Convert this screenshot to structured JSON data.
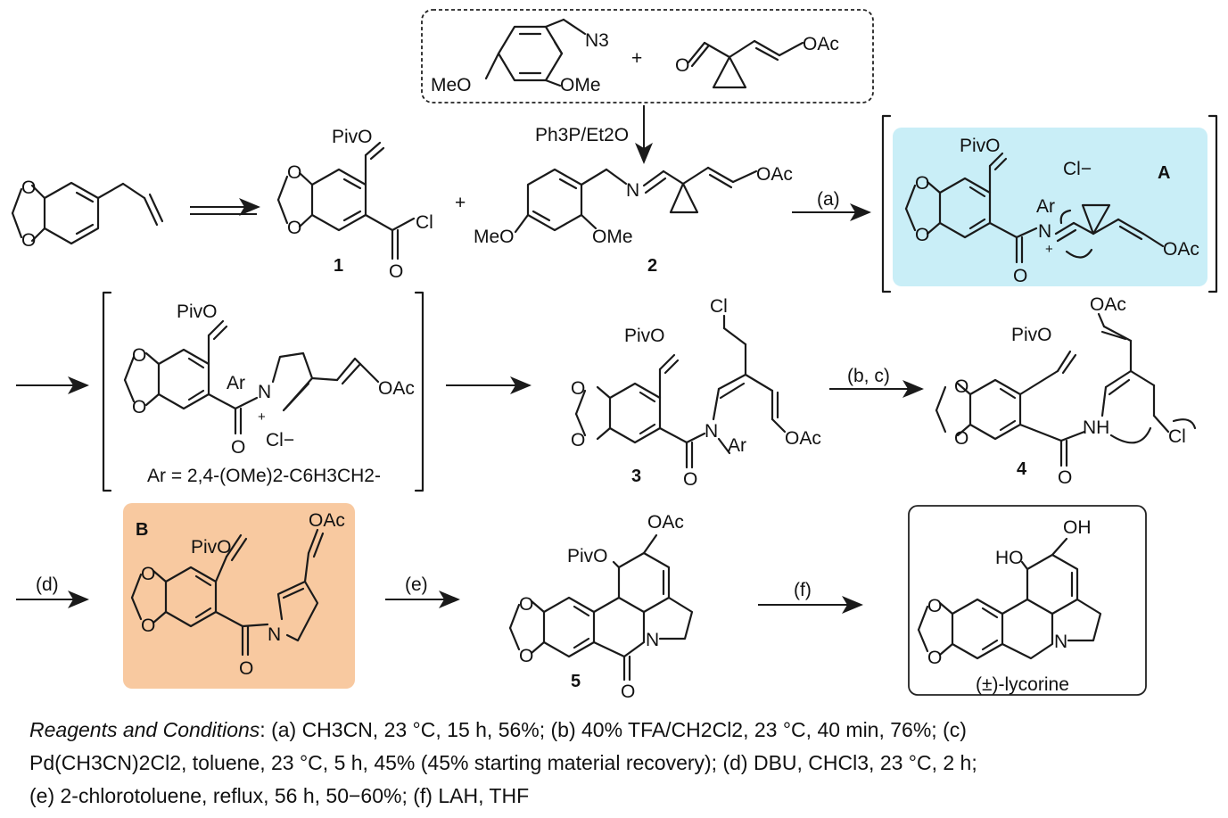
{
  "colors": {
    "box_a": "#c9eef7",
    "box_b": "#f8c9a0",
    "ink": "#111111"
  },
  "reagents": {
    "azide": [
      "MeO",
      "OMe",
      "N3"
    ],
    "aldehyde": [
      "O",
      "OAc"
    ],
    "plus": "+",
    "reagent": "Ph3P/Et2O"
  },
  "compounds": {
    "start": {
      "label": ""
    },
    "c1": {
      "number": "1",
      "groups": [
        "PivO",
        "Cl",
        "O"
      ]
    },
    "c2": {
      "number": "2",
      "groups": [
        "MeO",
        "OMe",
        "N",
        "OAc"
      ]
    },
    "intA": {
      "number": "A",
      "groups": [
        "PivO",
        "Cl−",
        "Ar",
        "N",
        "+",
        "O",
        "OAc"
      ]
    },
    "intPyr": {
      "groups": [
        "PivO",
        "Ar",
        "N",
        "+",
        "Cl−",
        "O",
        "OAc"
      ],
      "ar_note": "Ar = 2,4-(OMe)2-C6H3CH2-"
    },
    "c3": {
      "number": "3",
      "groups": [
        "PivO",
        "Cl",
        "N",
        "Ar",
        "O",
        "OAc"
      ]
    },
    "c4": {
      "number": "4",
      "groups": [
        "PivO",
        "OAc",
        "NH",
        "Cl",
        "O"
      ]
    },
    "intB": {
      "number": "B",
      "groups": [
        "PivO",
        "OAc",
        "N",
        "O"
      ]
    },
    "c5": {
      "number": "5",
      "groups": [
        "PivO",
        "OAc",
        "N",
        "O"
      ]
    },
    "lycorine": {
      "name": "(±)-lycorine",
      "groups": [
        "HO",
        "OH",
        "N"
      ]
    }
  },
  "arrows": {
    "a": "(a)",
    "bc": "(b, c)",
    "d": "(d)",
    "e": "(e)",
    "f": "(f)"
  },
  "caption": {
    "heading": "Reagents and Conditions",
    "l1_tail": ": (a) CH3CN, 23 °C, 15 h, 56%; (b) 40% TFA/CH2Cl2, 23 °C, 40 min, 76%; (c)",
    "line2": "Pd(CH3CN)2Cl2, toluene, 23 °C, 5 h, 45% (45% starting material recovery); (d) DBU, CHCl3, 23 °C, 2 h;",
    "line3": "(e) 2-chlorotoluene, reflux, 56 h, 50−60%; (f) LAH, THF"
  }
}
